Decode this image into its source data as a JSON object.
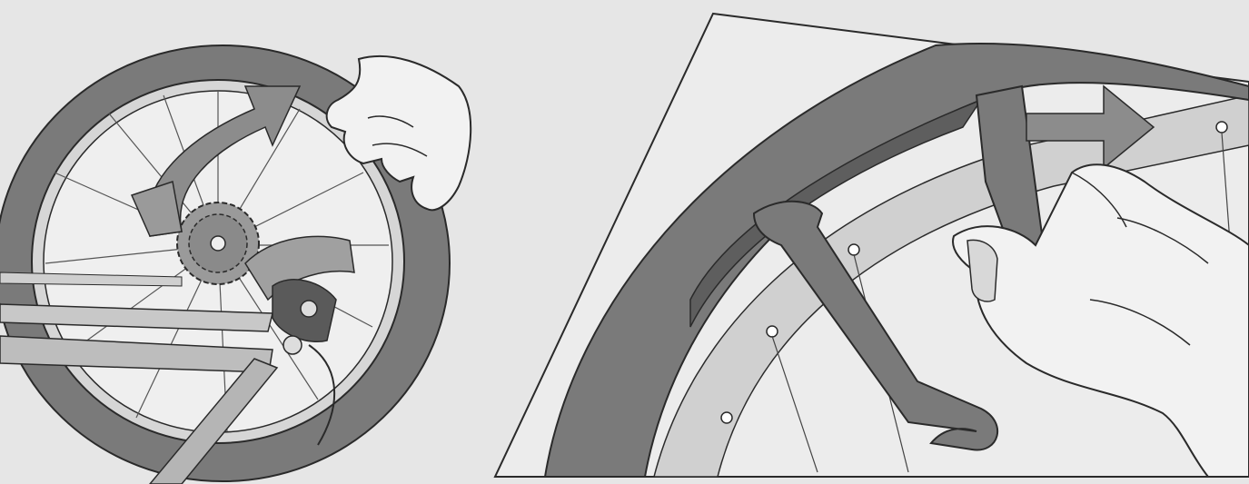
{
  "panels": [
    {
      "id": "left",
      "subject": "rear-wheel-removal",
      "icons": [
        "tire-icon",
        "cassette-icon",
        "derailleur-icon",
        "hand-icon",
        "rotation-arrow-icon"
      ]
    },
    {
      "id": "right",
      "subject": "tire-lever-unseating-bead",
      "icons": [
        "tire-icon",
        "rim-icon",
        "tire-lever-icon",
        "hand-icon",
        "direction-arrow-icon"
      ]
    }
  ],
  "colors": {
    "background": "#e6e6e6",
    "tire": "#7a7a7a",
    "tire_dark": "#5e5e5e",
    "rim": "#cfcfcf",
    "frame": "#bdbdbd",
    "arrow": "#8c8c8c",
    "skin": "#f2f2f2",
    "line": "#2a2a2a"
  }
}
